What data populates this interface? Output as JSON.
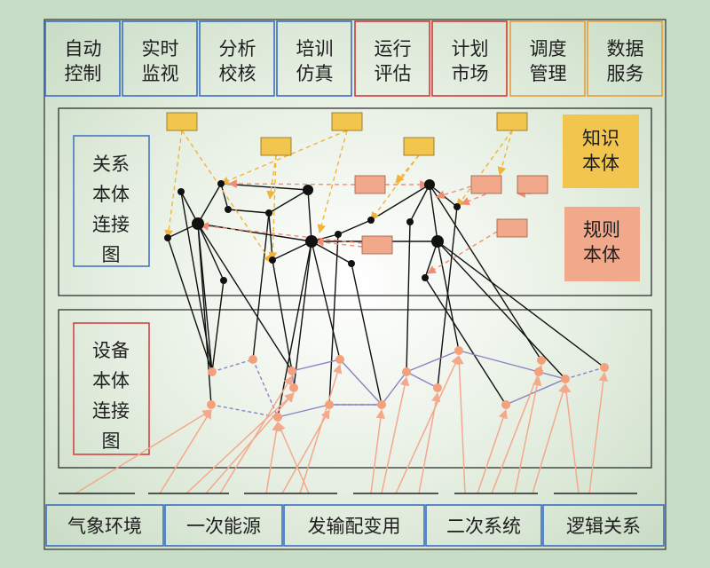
{
  "header_tabs": [
    {
      "line1": "自动",
      "line2": "控制",
      "color": "#3a6fc2"
    },
    {
      "line1": "实时",
      "line2": "监视",
      "color": "#3a6fc2"
    },
    {
      "line1": "分析",
      "line2": "校核",
      "color": "#3a6fc2"
    },
    {
      "line1": "培训",
      "line2": "仿真",
      "color": "#3a6fc2"
    },
    {
      "line1": "运行",
      "line2": "评估",
      "color": "#d23a3a"
    },
    {
      "line1": "计划",
      "line2": "市场",
      "color": "#d23a3a"
    },
    {
      "line1": "调度",
      "line2": "管理",
      "color": "#e2a03a"
    },
    {
      "line1": "数据",
      "line2": "服务",
      "color": "#e2a03a"
    }
  ],
  "relation_panel": {
    "label_lines": [
      "关系",
      "本体",
      "连接",
      "图"
    ],
    "label_color": "#3a6fc2"
  },
  "device_panel": {
    "label_lines": [
      "设备",
      "本体",
      "连接",
      "图"
    ],
    "label_color": "#d23a3a"
  },
  "legend": {
    "knowledge": {
      "lines": [
        "知识",
        "本体"
      ],
      "color": "#f2c64e"
    },
    "rule": {
      "lines": [
        "规则",
        "本体"
      ],
      "color": "#f2a88a"
    }
  },
  "bottom_categories": [
    {
      "label": "气象环境"
    },
    {
      "label": "一次能源"
    },
    {
      "label": "发输配变用"
    },
    {
      "label": "二次系统"
    },
    {
      "label": "逻辑关系"
    }
  ],
  "colors": {
    "knowledge_box": "#f2c64e",
    "knowledge_arrow": "#f0b43a",
    "rule_box": "#f2a88a",
    "rule_arrow": "#f08e74",
    "device_node": "#f4a07c",
    "device_edge": "#8c82c2",
    "relation_edge": "#111111",
    "bottom_arrow": "#f4a88c"
  }
}
